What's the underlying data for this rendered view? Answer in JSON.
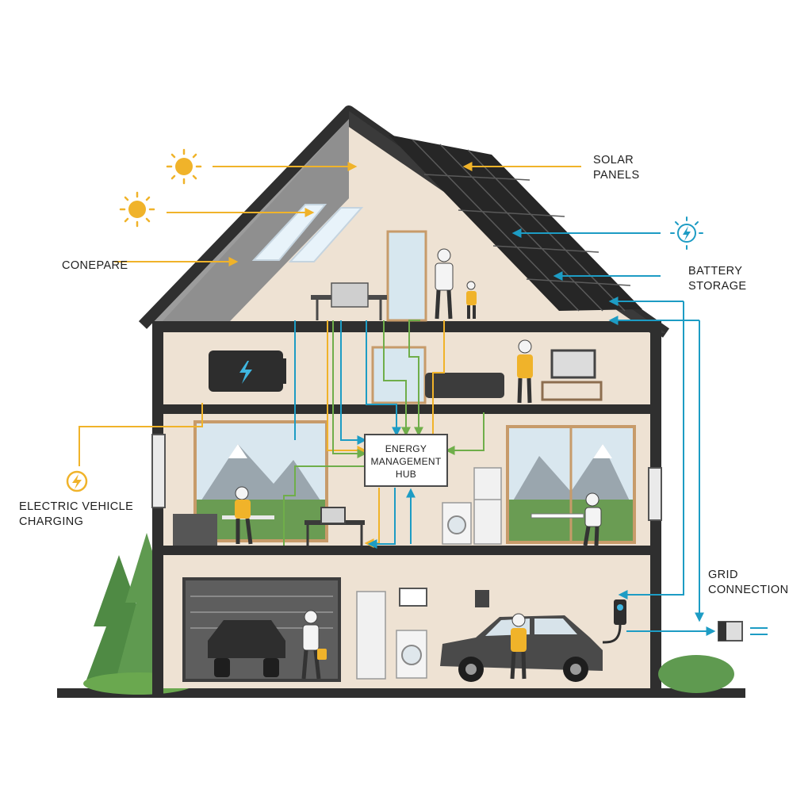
{
  "labels": {
    "solar_line1": "SOLAR",
    "solar_line2": "PANELS",
    "battery_line1": "BATTERY",
    "battery_line2": "STORAGE",
    "conepare": "CONEPARE",
    "ev_line1": "ELECTRIC VEHICLE",
    "ev_line2": "CHARGING",
    "grid_line1": "GRID",
    "grid_line2": "CONNECTION",
    "hub_line1": "ENERGY",
    "hub_line2": "MANAGEMENT",
    "hub_line3": "HUB"
  },
  "colors": {
    "solar_flow": "#f0b32a",
    "battery_flow": "#1d9cc4",
    "household_flow": "#6fae4a",
    "house_wall": "#eee2d3",
    "roof": "#3b3b3b",
    "frame": "#2f2f2f"
  }
}
